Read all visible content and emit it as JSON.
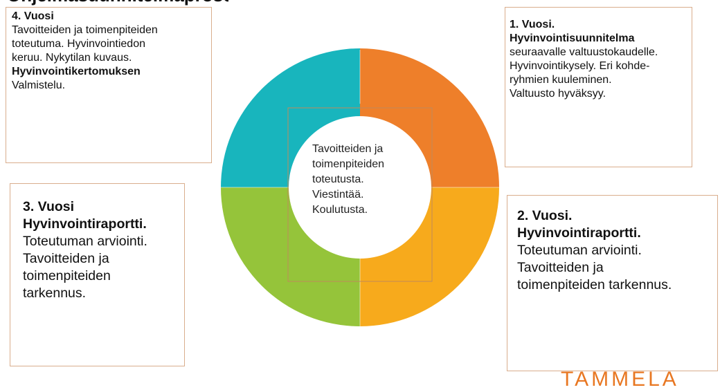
{
  "colors": {
    "q1_orange": "#ee7f2a",
    "q2_amber": "#f7aa1c",
    "q3_green": "#95c43a",
    "q4_teal": "#18b5bd",
    "box_border": "#d9ad8c",
    "inner_frame": "#c08a5a",
    "brand": "#e87722"
  },
  "header_clip": "Ohjelmasuunnitelmaprosessi",
  "center": {
    "lines": [
      "Tavoitteiden ja",
      "toimenpiteiden",
      "toteutusta.",
      "Viestintää.",
      "Koulutusta."
    ]
  },
  "year4": {
    "heading": "4. Vuosi",
    "line1": "Tavoitteiden ja toimenpiteiden",
    "line2": "toteutuma. Hyvinvointiedon",
    "line3": "keruu. Nykytilan kuvaus.",
    "bold_line": "Hyvinvointikertomuksen",
    "line4": "Valmistelu."
  },
  "year1": {
    "heading": "1. Vuosi.",
    "bold_line": "Hyvinvointisuunnitelma",
    "line1": "seuraavalle valtuustokaudelle.",
    "line2": "Hyvinvointikysely.  Eri kohde-",
    "line3": "ryhmien kuuleminen.",
    "line4": "Valtuusto hyväksyy."
  },
  "year3": {
    "heading": "3. Vuosi",
    "bold_line": "Hyvinvointiraportti.",
    "line1": "Toteutuman arviointi.",
    "line2": "Tavoitteiden ja",
    "line3": "toimenpiteiden",
    "line4": "tarkennus."
  },
  "year2": {
    "heading": "2. Vuosi.",
    "bold_line": "Hyvinvointiraportti.",
    "line1": "Toteutuman arviointi.",
    "line2": "Tavoitteiden ja",
    "line3": "toimenpiteiden tarkennus."
  },
  "brand": "TAMMELA"
}
